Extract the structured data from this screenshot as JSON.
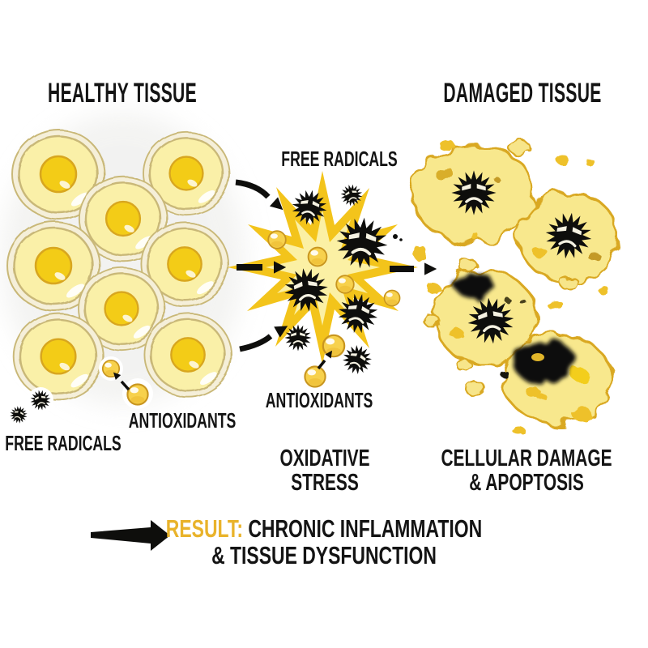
{
  "titles": {
    "healthy": "HEALTHY TISSUE",
    "damaged": "DAMAGED TISSUE"
  },
  "center": {
    "free_radicals": "FREE RADICALS",
    "antioxidants": "ANTIOXIDANTS",
    "caption": [
      "OXIDATIVE",
      "STRESS"
    ]
  },
  "left": {
    "free_radicals": "FREE RADICALS",
    "antioxidants": "ANTIOXIDANTS"
  },
  "right": {
    "caption": [
      "CELLULAR DAMAGE",
      "& APOPTOSIS"
    ]
  },
  "result": {
    "label": "RESULT:",
    "line1": "CHRONIC INFLAMMATION",
    "line2": "& TISSUE DYSFUNCTION"
  },
  "icons": {
    "free_radical": "spiky-black-microbe-with-angry-face",
    "antioxidant": "gold-ball",
    "explosion": "yellow-starburst",
    "arrow": "black-arrow-right"
  },
  "colors": {
    "background": "#FFFFFF",
    "text": "#141414",
    "accent_result": "#E9B32B",
    "cell_body": "#FAF0A8",
    "cell_ring": "#C9B878",
    "cell_gap": "#F5EFD9",
    "nucleus": "#F3CC17",
    "nucleus_border": "#D8A61F",
    "radical": "#0E0E0C",
    "explosion_outer": "#F3C41B",
    "explosion_inner": "#FBF0A4",
    "damaged_fill": "#F8E88D",
    "damaged_outline": "#D9A820",
    "debris_gold": "#EEC12C",
    "antioxidant": "#F7D14C"
  }
}
